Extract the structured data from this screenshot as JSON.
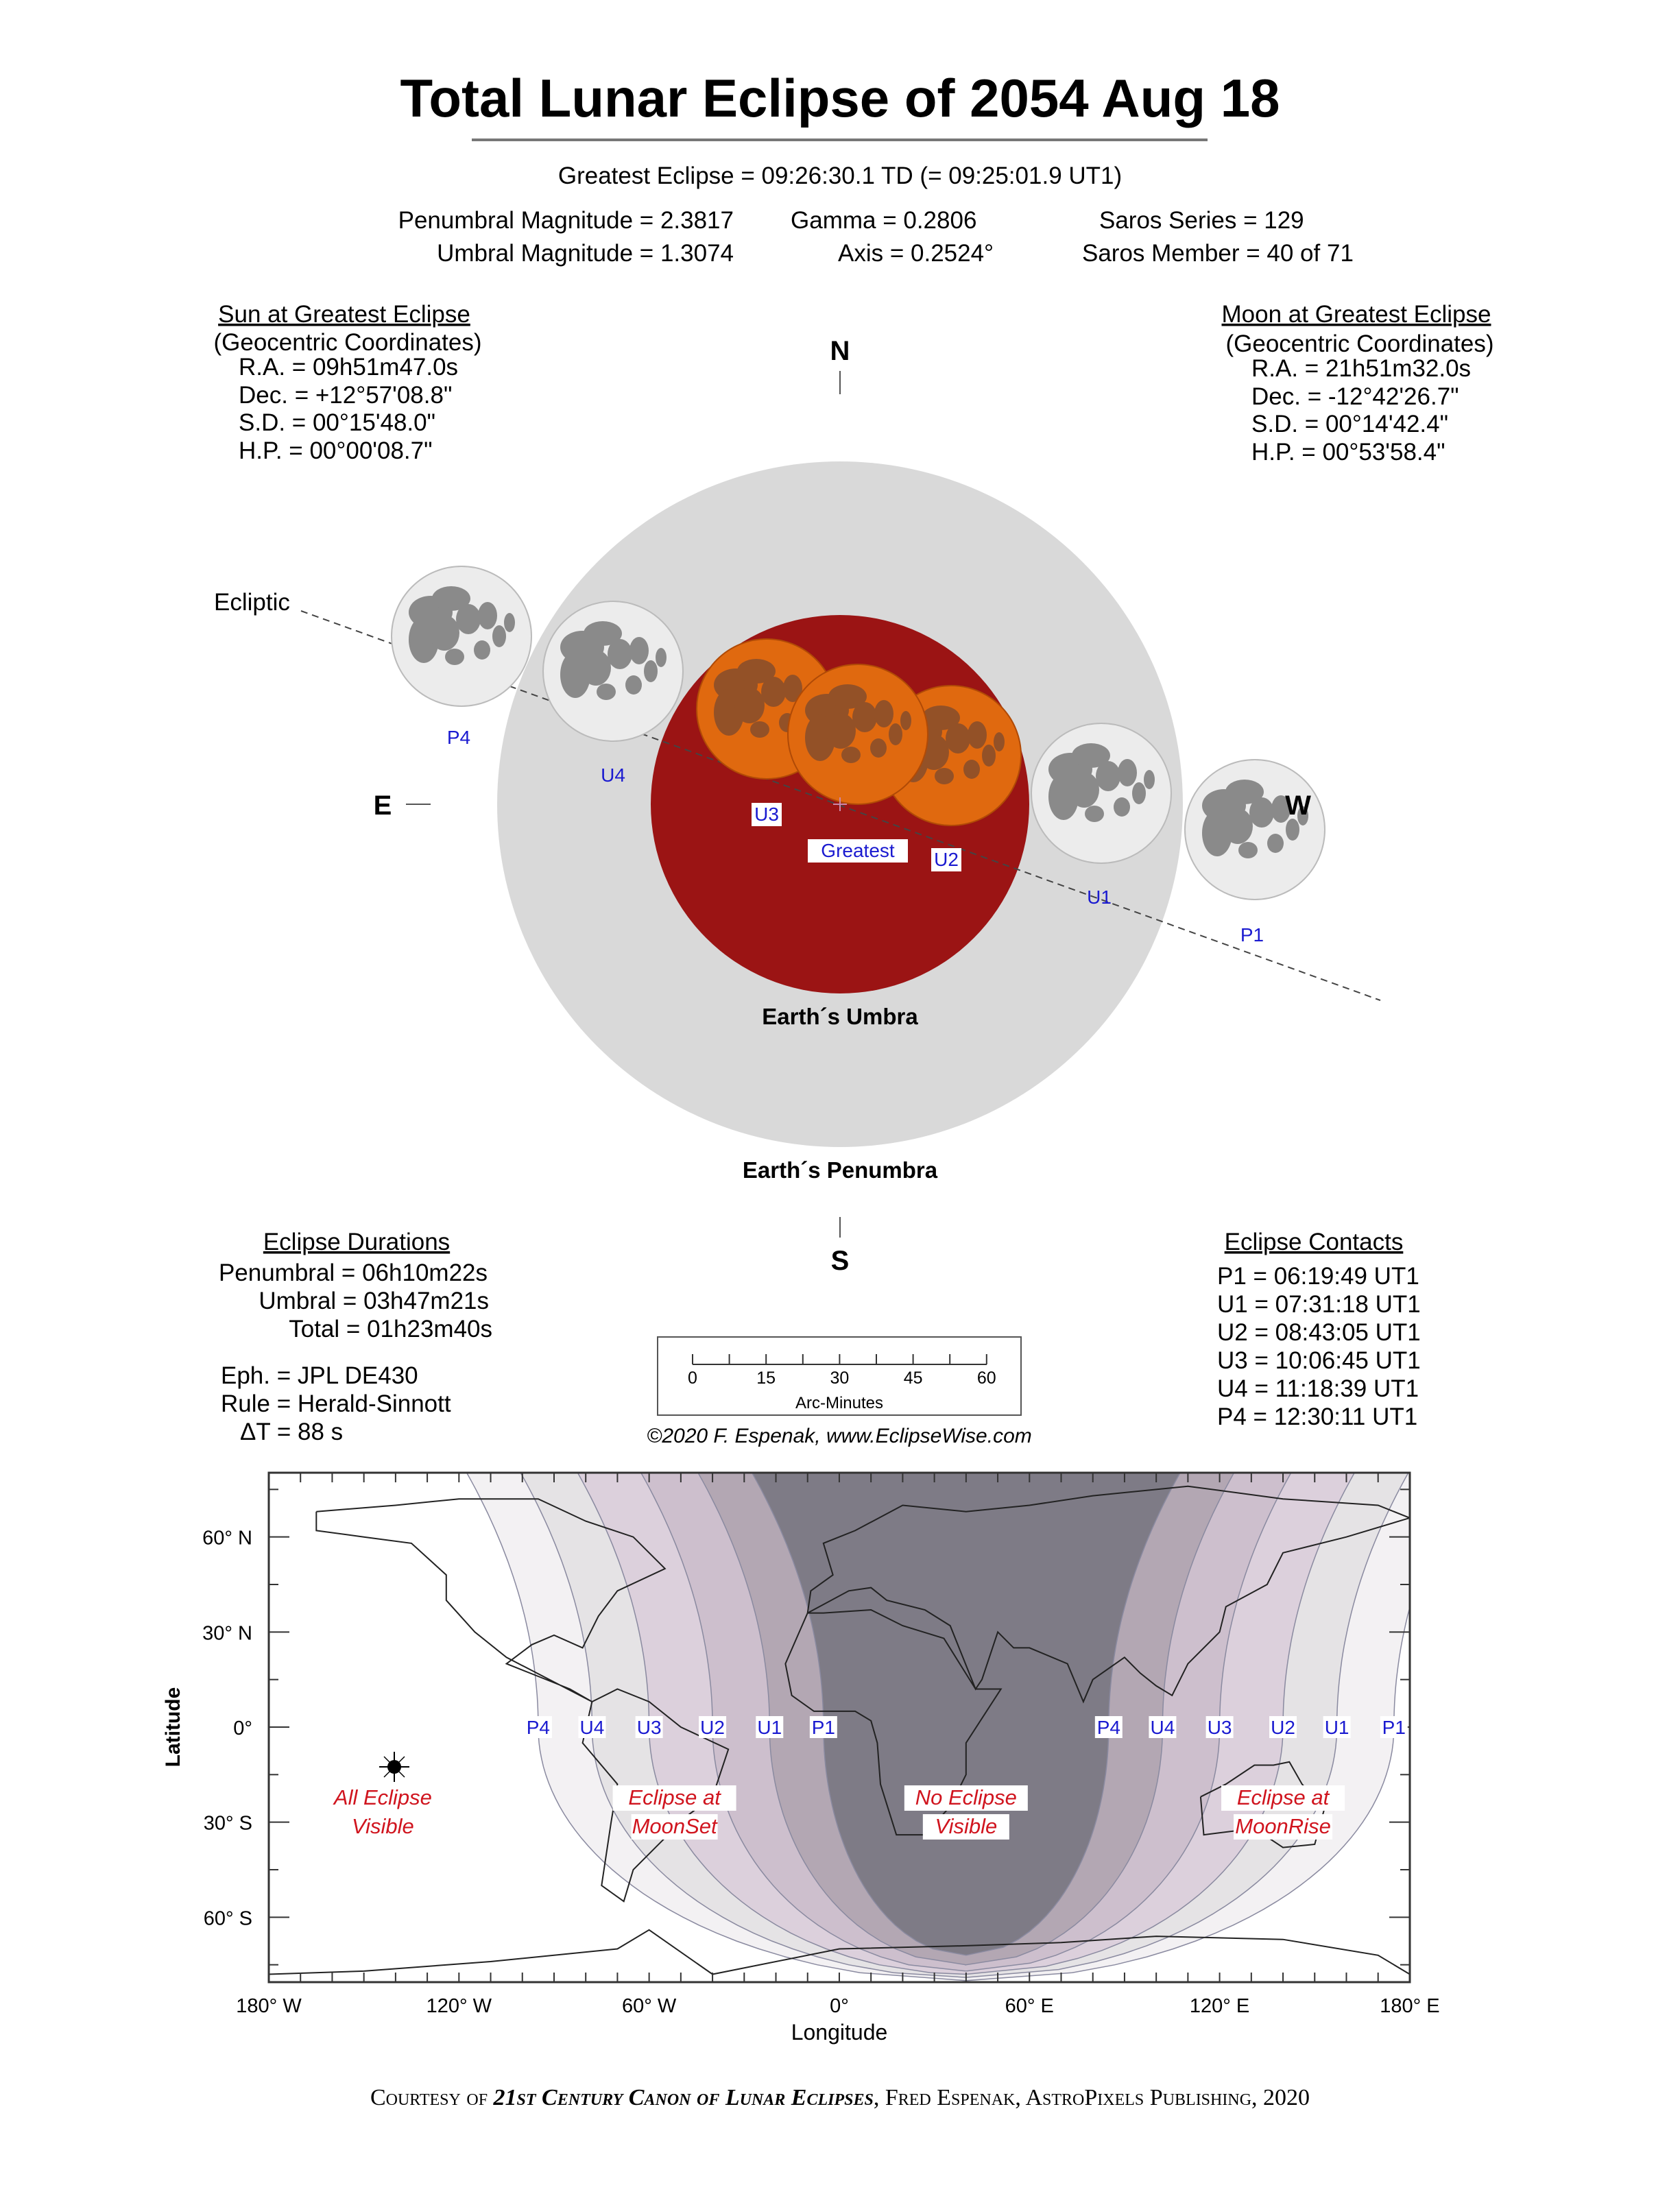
{
  "title": "Total Lunar Eclipse of  2054 Aug 18",
  "summary": {
    "greatest_eclipse": "Greatest Eclipse =  09:26:30.1 TD   (= 09:25:01.9 UT1)",
    "penumbral_magnitude": "Penumbral Magnitude =  2.3817",
    "umbral_magnitude": "Umbral Magnitude =  1.3074",
    "gamma": "Gamma =  0.2806",
    "axis": "Axis =  0.2524°",
    "saros_series": "Saros Series = 129",
    "saros_member": "Saros Member = 40 of 71"
  },
  "sun": {
    "heading": "Sun at Greatest Eclipse",
    "subheading": "(Geocentric Coordinates)",
    "lines": [
      "R.A. =  09h51m47.0s",
      "Dec. = +12°57'08.8\"",
      "S.D. =  00°15'48.0\"",
      "H.P. =  00°00'08.7\""
    ]
  },
  "moon": {
    "heading": "Moon at Greatest Eclipse",
    "subheading": "(Geocentric Coordinates)",
    "lines": [
      "R.A. =  21h51m32.0s",
      "Dec. = -12°42'26.7\"",
      "S.D. =  00°14'42.4\"",
      "H.P. =  00°53'58.4\""
    ]
  },
  "diagram": {
    "north": "N",
    "south": "S",
    "east": "E",
    "west": "W",
    "ecliptic": "Ecliptic",
    "umbra_label": "Earth´s Umbra",
    "penumbra_label": "Earth´s Penumbra",
    "moon_labels": [
      "P4",
      "U4",
      "U3",
      "Greatest",
      "U2",
      "U1",
      "P1"
    ],
    "colors": {
      "penumbra": "#d9d9d9",
      "umbra": "#9b1414",
      "eclipsed_moon": "#e0690f",
      "label": "#1a1ad0"
    }
  },
  "durations": {
    "heading": "Eclipse Durations",
    "penumbral": "Penumbral = 06h10m22s",
    "umbral": "Umbral = 03h47m21s",
    "total": "Total = 01h23m40s",
    "eph": "Eph. = JPL DE430",
    "rule": "Rule = Herald-Sinnott",
    "delta_t": "ΔT =      88 s"
  },
  "scale": {
    "ticks": [
      "0",
      "15",
      "30",
      "45",
      "60"
    ],
    "unit": "Arc-Minutes"
  },
  "copyright": "©2020  F. Espenak, www.EclipseWise.com",
  "contacts": {
    "heading": "Eclipse Contacts",
    "lines": [
      "P1 = 06:19:49 UT1",
      "U1 = 07:31:18 UT1",
      "U2 = 08:43:05 UT1",
      "U3 = 10:06:45 UT1",
      "U4 = 11:18:39 UT1",
      "P4 = 12:30:11 UT1"
    ]
  },
  "map": {
    "lat_labels": [
      "60° N",
      "30° N",
      "0°",
      "30° S",
      "60° S"
    ],
    "lon_labels": [
      "180° W",
      "120° W",
      "60° W",
      "0°",
      "60° E",
      "120° E",
      "180° E"
    ],
    "xlabel": "Longitude",
    "ylabel": "Latitude",
    "west_contacts": [
      "P4",
      "U4",
      "U3",
      "U2",
      "U1",
      "P1"
    ],
    "east_contacts": [
      "P4",
      "U4",
      "U3",
      "U2",
      "U1",
      "P1"
    ],
    "regions": {
      "all_visible": [
        "All Eclipse",
        "Visible"
      ],
      "moonset": [
        "Eclipse at",
        "MoonSet"
      ],
      "none": [
        "No Eclipse",
        "Visible"
      ],
      "moonrise": [
        "Eclipse at",
        "MoonRise"
      ]
    }
  },
  "credit": {
    "prefix": "Courtesy of ",
    "book": "21st Century Canon of Lunar Eclipses",
    "suffix": ", Fred Espenak, AstroPixels Publishing, 2020"
  }
}
